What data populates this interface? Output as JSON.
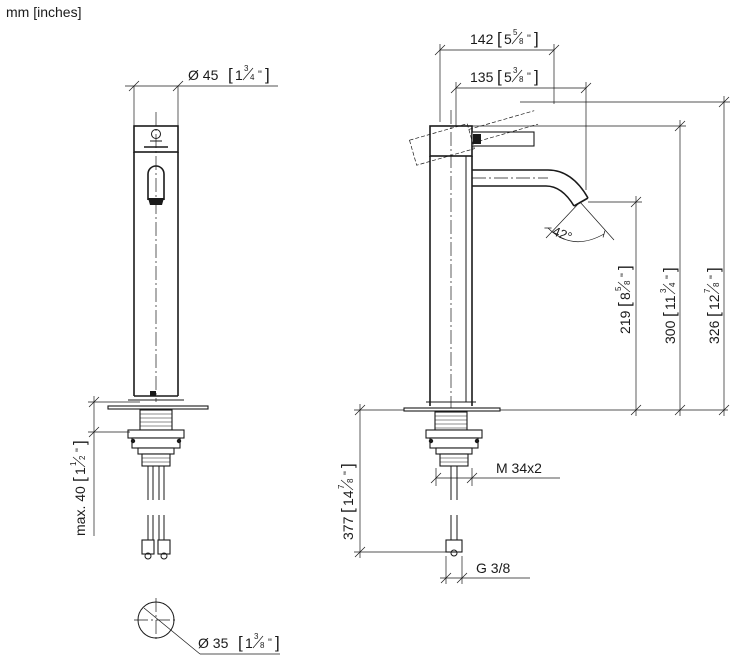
{
  "units_note": "mm [inches]",
  "front_view": {
    "body_diameter": {
      "mm": "Ø 45",
      "inch_whole": "1",
      "inch_num": "3",
      "inch_den": "4"
    },
    "max_thickness": {
      "mm": "max. 40",
      "inch_whole": "1",
      "inch_num": "1",
      "inch_den": "2"
    },
    "hole_diameter": {
      "mm": "Ø 35",
      "inch_whole": "1",
      "inch_num": "3",
      "inch_den": "8"
    }
  },
  "side_view": {
    "spout_reach_outer": {
      "mm": "142",
      "inch_whole": "5",
      "inch_num": "5",
      "inch_den": "8"
    },
    "spout_reach": {
      "mm": "135",
      "inch_whole": "5",
      "inch_num": "3",
      "inch_den": "8"
    },
    "lever_angle": "42°",
    "outlet_height": {
      "mm": "219",
      "inch_whole": "8",
      "inch_num": "5",
      "inch_den": "8"
    },
    "spout_height": {
      "mm": "300",
      "inch_whole": "11",
      "inch_num": "3",
      "inch_den": "4"
    },
    "total_height": {
      "mm": "326",
      "inch_whole": "12",
      "inch_num": "7",
      "inch_den": "8"
    },
    "connection_length": {
      "mm": "377",
      "inch_whole": "14",
      "inch_num": "7",
      "inch_den": "8"
    },
    "thread": "M 34x2",
    "connection_thread": "G 3/8"
  }
}
